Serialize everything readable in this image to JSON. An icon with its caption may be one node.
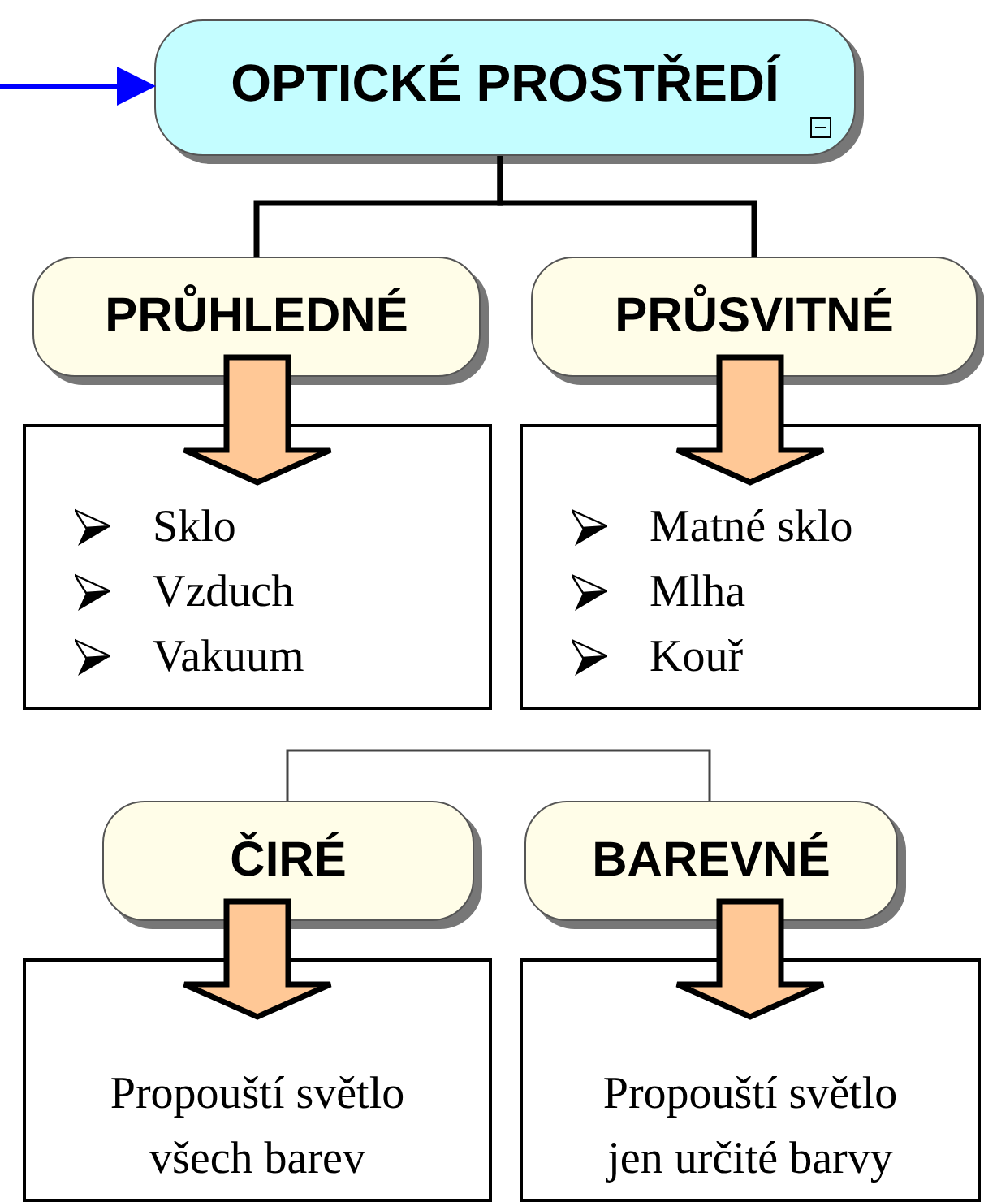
{
  "diagram": {
    "nodes": [
      {
        "text": [
          "OPTICKÉ PROSTŘEDÍ"
        ]
      },
      {
        "text": [
          "PRŮHLEDNÉ"
        ]
      },
      {
        "text": [
          "PRŮSVITNÉ"
        ]
      },
      {
        "text": [
          "Sklo",
          "Vzduch",
          "Vakuum"
        ]
      },
      {
        "text": [
          "Matné sklo",
          "Mlha",
          "Kouř"
        ]
      },
      {
        "text": [
          "ČIRÉ"
        ]
      },
      {
        "text": [
          "BAREVNÉ"
        ]
      },
      {
        "text": [
          "Propouští světlo všech barev"
        ]
      },
      {
        "text": [
          "Propouští světlo jen určité barvy"
        ]
      }
    ],
    "edges": [
      {
        "from": null,
        "to": 0,
        "arrow": "to",
        "color": "#0000ff"
      },
      {
        "from": 0,
        "to": 1,
        "arrow": "none"
      },
      {
        "from": 0,
        "to": 2,
        "arrow": "none"
      },
      {
        "from": 1,
        "to": 3,
        "arrow": "to",
        "style": "thick",
        "color": "#ffc896"
      },
      {
        "from": 2,
        "to": 4,
        "arrow": "to",
        "style": "thick",
        "color": "#ffc896"
      },
      {
        "from": 5,
        "to": 6,
        "arrow": "none"
      },
      {
        "from": 5,
        "to": 7,
        "arrow": "to",
        "style": "thick",
        "color": "#ffc896"
      },
      {
        "from": 6,
        "to": 8,
        "arrow": "to",
        "style": "thick",
        "color": "#ffc896"
      }
    ]
  }
}
